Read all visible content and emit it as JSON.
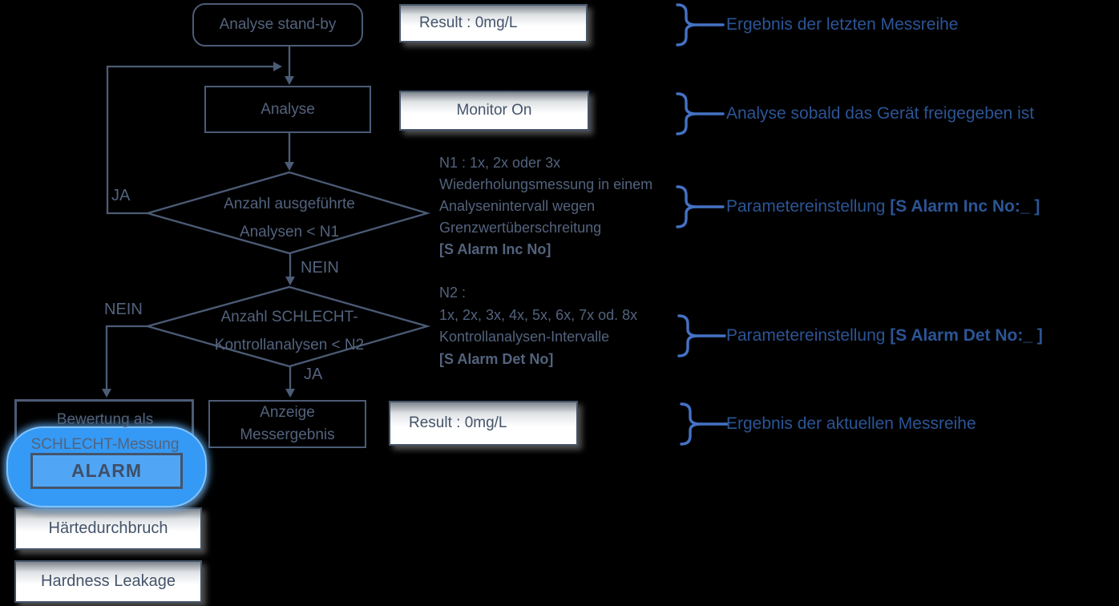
{
  "colors": {
    "background": "#000000",
    "flow_line": "#4C5C76",
    "flow_text": "#53637D",
    "screen_text": "#44546A",
    "annotation_blue": "#2B5596",
    "bracket_blue": "#4472C4",
    "highlight_blue": "#359AF5",
    "alarm_fill": "#50A6F4"
  },
  "flowchart": {
    "standby_label": "Analyse stand-by",
    "analyse_label": "Analyse",
    "decision1": {
      "line1": "Anzahl ausgeführte",
      "line2": "Analysen < N1",
      "loop_label": "JA",
      "exit_label": "NEIN"
    },
    "decision2": {
      "line1": "Anzahl SCHLECHT-",
      "line2": "Kontrollanalysen < N2",
      "left_label": "NEIN",
      "down_label": "JA"
    },
    "bewertung": {
      "line1": "Bewertung als",
      "line2": "SCHLECHT-Messung",
      "alarm_label": "ALARM"
    },
    "anzeige": {
      "line1": "Anzeige",
      "line2": "Messergebnis"
    }
  },
  "screens": {
    "result_top": "Result : 0mg/L",
    "monitor_on": "Monitor On",
    "result_bottom": "Result : 0mg/L",
    "haertedurchbruch": "Härtedurchbruch",
    "hardness_leakage": "Hardness Leakage"
  },
  "annotations": {
    "ergebnis_letzte": "Ergebnis der letzten Messreihe",
    "analyse_sobald": "Analyse sobald das Gerät freigegeben ist",
    "param1": {
      "prefix": "Parametereinstellung ",
      "bold": "[S Alarm Inc No:_ ]"
    },
    "param2": {
      "prefix": "Parametereinstellung ",
      "bold": "[S Alarm Det No:_ ]"
    },
    "ergebnis_aktuell": "Ergebnis der aktuellen Messreihe",
    "n1_note": {
      "line1": "N1 : 1x, 2x oder 3x",
      "line2": "Wiederholungsmessung in einem",
      "line3": "Analysenintervall wegen",
      "line4": "Grenzwertüberschreitung",
      "bold_line": "[S Alarm Inc No]"
    },
    "n2_note": {
      "line1": "N2 :",
      "line2": "1x, 2x, 3x, 4x, 5x, 6x, 7x od. 8x",
      "line3": "Kontrollanalysen-Intervalle",
      "bold_line": "[S Alarm Det No]"
    }
  }
}
